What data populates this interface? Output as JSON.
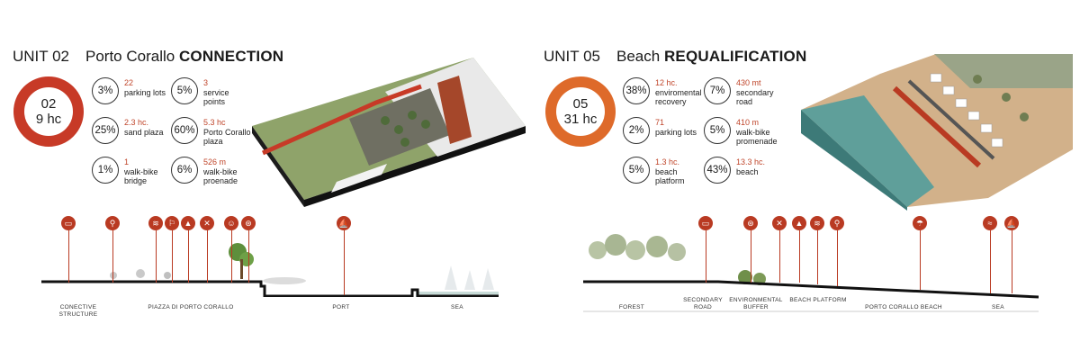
{
  "left": {
    "unit": "UNIT 02",
    "title_prefix": "Porto Corallo",
    "title_bold": "CONNECTION",
    "ring": {
      "number": "02",
      "area": "9 hc",
      "color": "#c73a27"
    },
    "stats": [
      {
        "pct": "3%",
        "value": "22",
        "label": "parking lots"
      },
      {
        "pct": "5%",
        "value": "3",
        "label": "service points"
      },
      {
        "pct": "25%",
        "value": "2.3 hc.",
        "label": "sand plaza"
      },
      {
        "pct": "60%",
        "value": "5.3 hc",
        "label": "Porto Corallo plaza"
      },
      {
        "pct": "1%",
        "value": "1",
        "label": "walk-bike bridge"
      },
      {
        "pct": "6%",
        "value": "526 m",
        "label": "walk-bike proenade"
      }
    ],
    "pins": [
      {
        "icon": "bus-icon",
        "glyph": "▭"
      },
      {
        "icon": "bike-icon",
        "glyph": "⚲"
      },
      {
        "icon": "wifi-icon",
        "glyph": "≋"
      },
      {
        "icon": "restroom-icon",
        "glyph": "⚐"
      },
      {
        "icon": "light-icon",
        "glyph": "▲"
      },
      {
        "icon": "sport-icon",
        "glyph": "✕"
      },
      {
        "icon": "family-icon",
        "glyph": "☺"
      },
      {
        "icon": "stroller-icon",
        "glyph": "⊛"
      },
      {
        "icon": "sailing-icon",
        "glyph": "⛵"
      }
    ],
    "zones": [
      "CONECTIVE STRUCTURE",
      "PIAZZA DI PORTO CORALLO",
      "PORT",
      "SEA"
    ]
  },
  "right": {
    "unit": "UNIT 05",
    "title_prefix": "Beach",
    "title_bold": "REQUALIFICATION",
    "ring": {
      "number": "05",
      "area": "31 hc",
      "color": "#de6a2a"
    },
    "stats": [
      {
        "pct": "38%",
        "value": "12 hc.",
        "label": "enviromental recovery"
      },
      {
        "pct": "7%",
        "value": "430 mt",
        "label": "secondary road"
      },
      {
        "pct": "2%",
        "value": "71",
        "label": "parking lots"
      },
      {
        "pct": "5%",
        "value": "410 m",
        "label": "walk-bike promenade"
      },
      {
        "pct": "5%",
        "value": "1.3 hc.",
        "label": "beach platform"
      },
      {
        "pct": "43%",
        "value": "13.3 hc.",
        "label": "beach"
      }
    ],
    "pins": [
      {
        "icon": "bus-icon",
        "glyph": "▭"
      },
      {
        "icon": "stroller-icon",
        "glyph": "⊛"
      },
      {
        "icon": "sport-icon",
        "glyph": "✕"
      },
      {
        "icon": "light-icon",
        "glyph": "▲"
      },
      {
        "icon": "wifi-icon",
        "glyph": "≋"
      },
      {
        "icon": "bike-icon",
        "glyph": "⚲"
      },
      {
        "icon": "umbrella-icon",
        "glyph": "☂"
      },
      {
        "icon": "swimming-icon",
        "glyph": "≈"
      },
      {
        "icon": "sailing-icon",
        "glyph": "⛵"
      }
    ],
    "zones": [
      "FOREST",
      "SECONDARY ROAD",
      "ENVIRONMENTAL BUFFER",
      "BEACH PLATFORM",
      "PORTO CORALLO BEACH",
      "SEA"
    ]
  },
  "colors": {
    "accent": "#b93a22",
    "value_text": "#c0462b",
    "ring_left": "#c73a27",
    "ring_right": "#de6a2a"
  }
}
